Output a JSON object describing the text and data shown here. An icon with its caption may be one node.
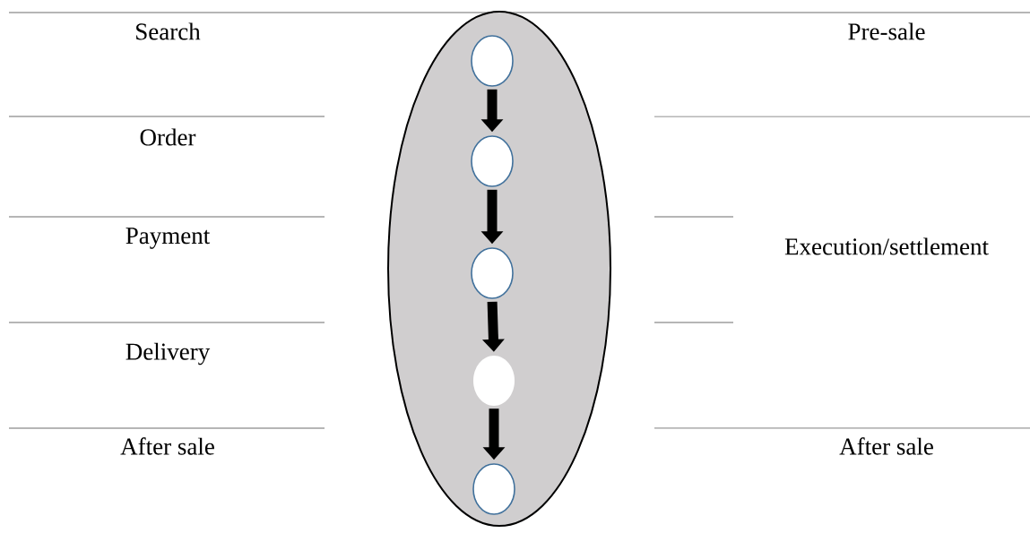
{
  "diagram": {
    "nodes": [
      {
        "text": [],
        "shape": "ellipse"
      },
      {
        "text": [],
        "shape": "circle",
        "in": 0
      },
      {
        "text": [],
        "shape": "circle",
        "in": 0
      },
      {
        "text": [],
        "shape": "circle",
        "in": 0
      },
      {
        "text": [],
        "shape": "circle",
        "in": 0
      },
      {
        "text": [],
        "shape": "circle",
        "in": 0
      }
    ],
    "edges": [
      {
        "from": 1,
        "to": 2,
        "arrow": "to"
      },
      {
        "from": 2,
        "to": 3,
        "arrow": "to"
      },
      {
        "from": 3,
        "to": 4,
        "arrow": "to"
      },
      {
        "from": 4,
        "to": 5,
        "arrow": "to"
      }
    ],
    "labels": [
      "Search",
      "Pre-sale",
      "Order",
      "Payment",
      "Execution/settlement",
      "Delivery",
      "After sale",
      "After sale"
    ]
  }
}
